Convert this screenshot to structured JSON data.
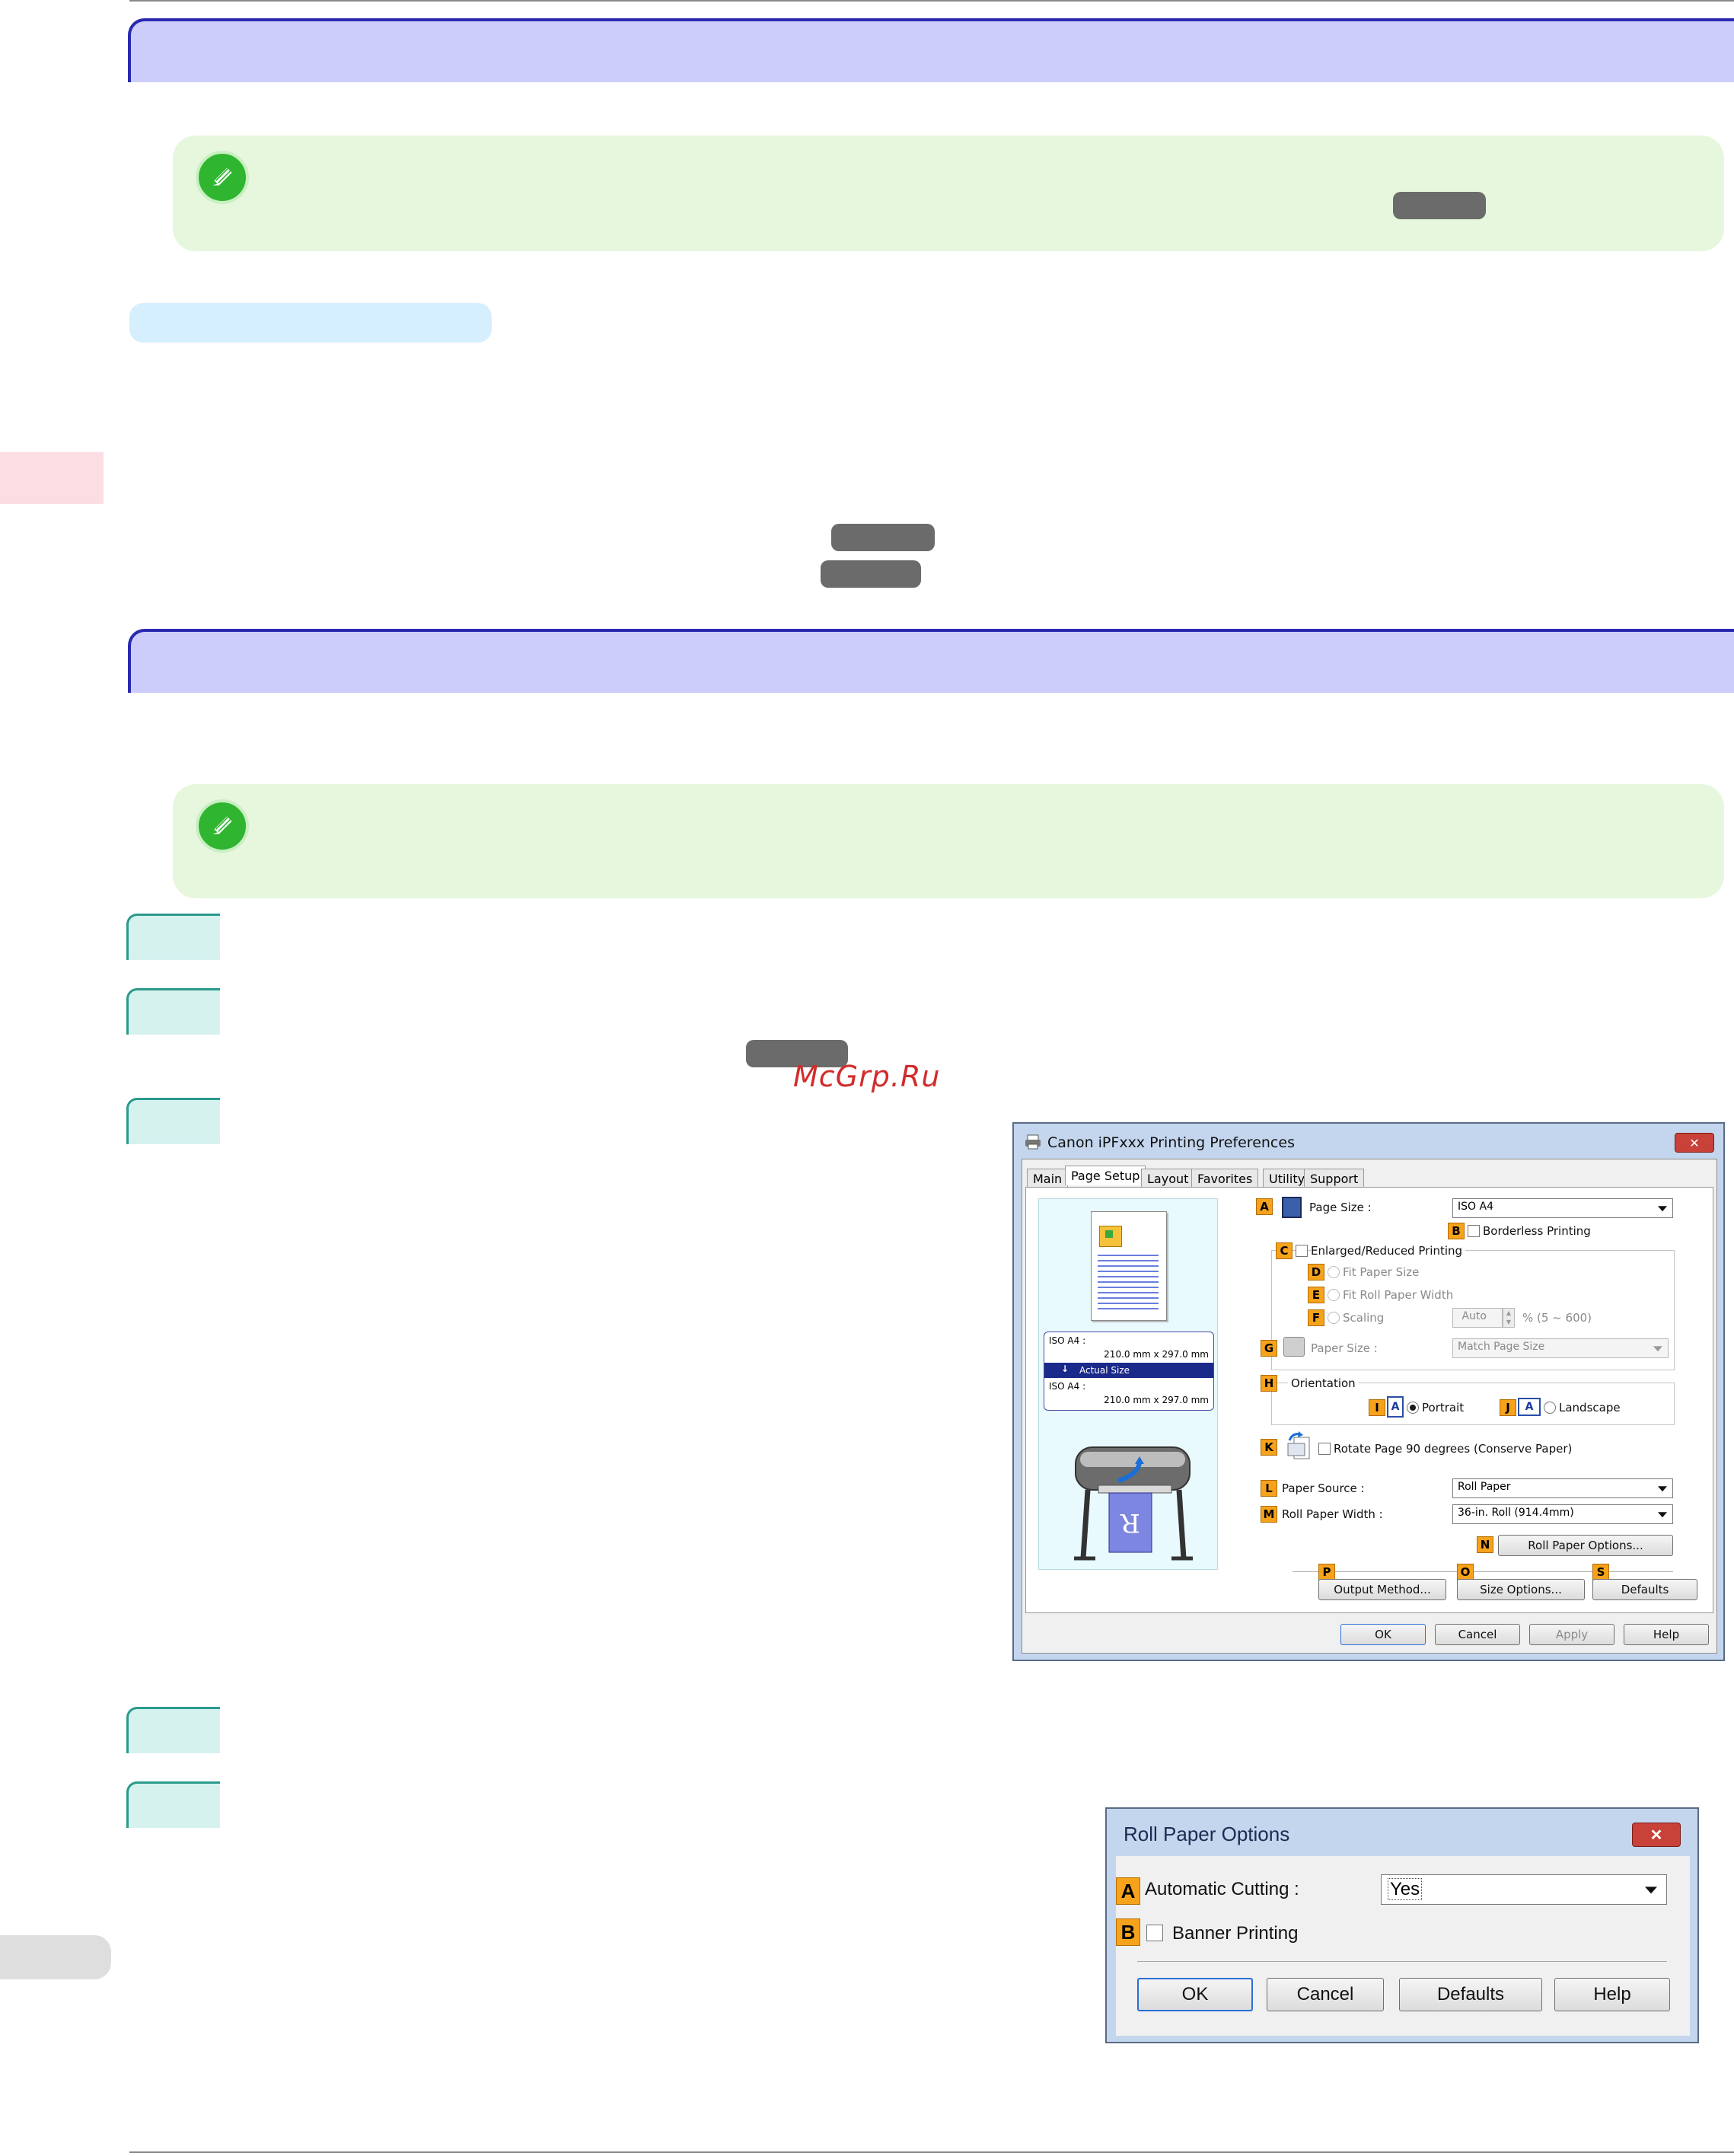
{
  "watermark": "McGrp.Ru",
  "preferences_dialog": {
    "title": "Canon iPFxxx Printing Preferences",
    "tabs": [
      "Main",
      "Page Setup",
      "Layout",
      "Favorites",
      "Utility",
      "Support"
    ],
    "active_tab": "Page Setup",
    "preview": {
      "original_size": "ISO A4 :",
      "original_dims": "210.0 mm x 297.0 mm",
      "mode": "Actual Size",
      "output_size": "ISO A4 :",
      "output_dims": "210.0 mm x 297.0 mm"
    },
    "page_size": {
      "letter": "A",
      "label": "Page Size :",
      "value": "ISO A4"
    },
    "borderless": {
      "letter": "B",
      "label": "Borderless Printing",
      "checked": false
    },
    "enlarged": {
      "letter": "C",
      "label": "Enlarged/Reduced Printing",
      "checked": false
    },
    "fit_paper": {
      "letter": "D",
      "label": "Fit Paper Size"
    },
    "fit_roll": {
      "letter": "E",
      "label": "Fit Roll Paper Width"
    },
    "scaling": {
      "letter": "F",
      "label": "Scaling",
      "value": "Auto",
      "range": "%  (5 ~ 600)"
    },
    "paper_size": {
      "letter": "G",
      "label": "Paper Size :",
      "value": "Match Page Size"
    },
    "orientation": {
      "letter": "H",
      "label": "Orientation",
      "portrait": {
        "letter": "I",
        "label": "Portrait",
        "selected": true
      },
      "landscape": {
        "letter": "J",
        "label": "Landscape",
        "selected": false
      }
    },
    "rotate": {
      "letter": "K",
      "label": "Rotate Page 90 degrees (Conserve Paper)",
      "checked": false
    },
    "paper_source": {
      "letter": "L",
      "label": "Paper Source :",
      "value": "Roll Paper"
    },
    "roll_width": {
      "letter": "M",
      "label": "Roll Paper Width :",
      "value": "36-in. Roll (914.4mm)"
    },
    "roll_options": {
      "letter": "N",
      "label": "Roll Paper Options..."
    },
    "output_method": {
      "letter": "P",
      "label": "Output Method..."
    },
    "size_options": {
      "letter": "O",
      "label": "Size Options..."
    },
    "defaults": {
      "letter": "S",
      "label": "Defaults"
    },
    "buttons": {
      "ok": "OK",
      "cancel": "Cancel",
      "apply": "Apply",
      "help": "Help"
    }
  },
  "roll_dialog": {
    "title": "Roll Paper Options",
    "auto_cut": {
      "letter": "A",
      "label": "Automatic Cutting :",
      "value": "Yes"
    },
    "banner": {
      "letter": "B",
      "label": "Banner Printing",
      "checked": false
    },
    "buttons": {
      "ok": "OK",
      "cancel": "Cancel",
      "defaults": "Defaults",
      "help": "Help"
    }
  },
  "colors": {
    "section_header": "#cdcdfb",
    "note_bg": "#e6f7dd",
    "step_badge": "#d5f2ef",
    "letter_badge": "#f7a21b",
    "dialog_frame": "#c4d6ee"
  }
}
